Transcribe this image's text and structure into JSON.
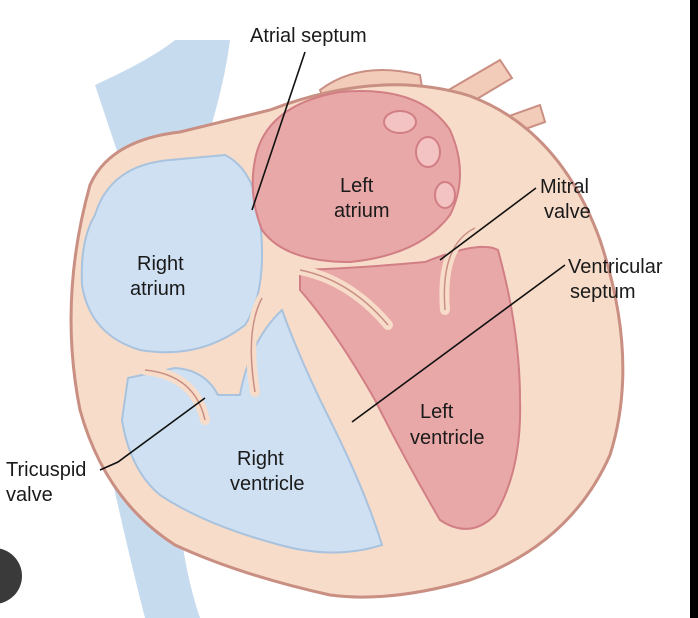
{
  "colors": {
    "heart_wall": "#f7dcc9",
    "outline": "#c98f82",
    "vessel_blue": "#c7dbef",
    "right_chamber": "#cfe0f2",
    "right_chamber_edge": "#a9c3de",
    "left_chamber": "#e9a8a8",
    "left_chamber_edge": "#d17f85",
    "leader_line": "#111111",
    "label_text": "#1a1a1a"
  },
  "labels": {
    "atrial_septum": "Atrial septum",
    "left_atrium_1": "Left",
    "left_atrium_2": "atrium",
    "mitral_valve_1": "Mitral",
    "mitral_valve_2": "valve",
    "right_atrium_1": "Right",
    "right_atrium_2": "atrium",
    "ventricular_septum_1": "Ventricular",
    "ventricular_septum_2": "septum",
    "left_ventricle_1": "Left",
    "left_ventricle_2": "ventricle",
    "right_ventricle_1": "Right",
    "right_ventricle_2": "ventricle",
    "tricuspid_valve_1": "Tricuspid",
    "tricuspid_valve_2": "valve"
  }
}
